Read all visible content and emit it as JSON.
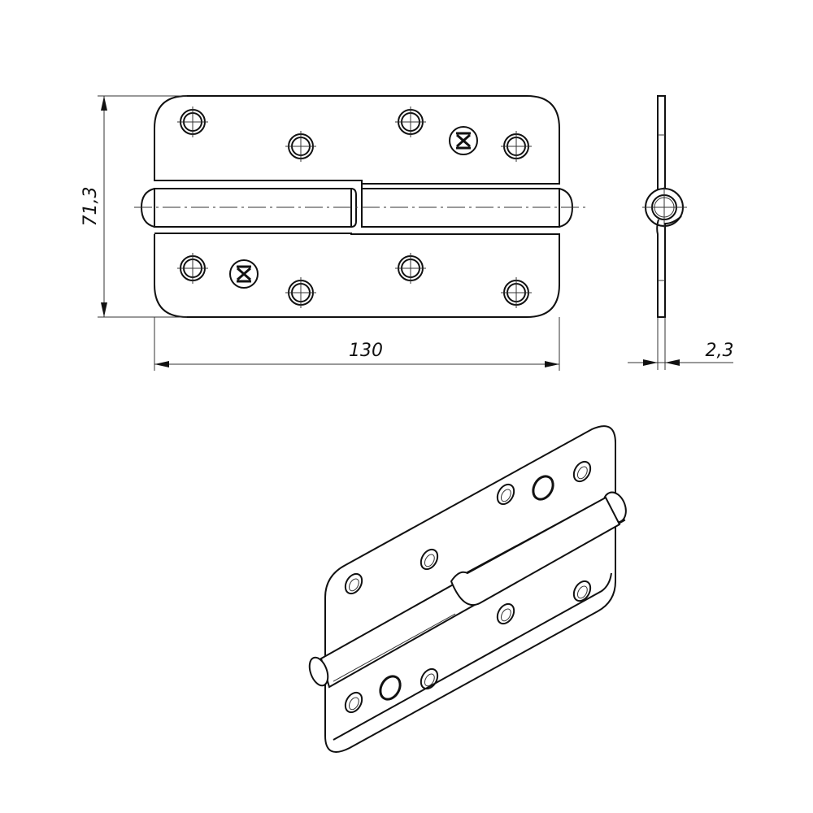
{
  "dimensions": {
    "height": "71,3",
    "length": "130",
    "thickness": "2,3"
  },
  "colors": {
    "line": "#111111",
    "background": "#ffffff"
  }
}
